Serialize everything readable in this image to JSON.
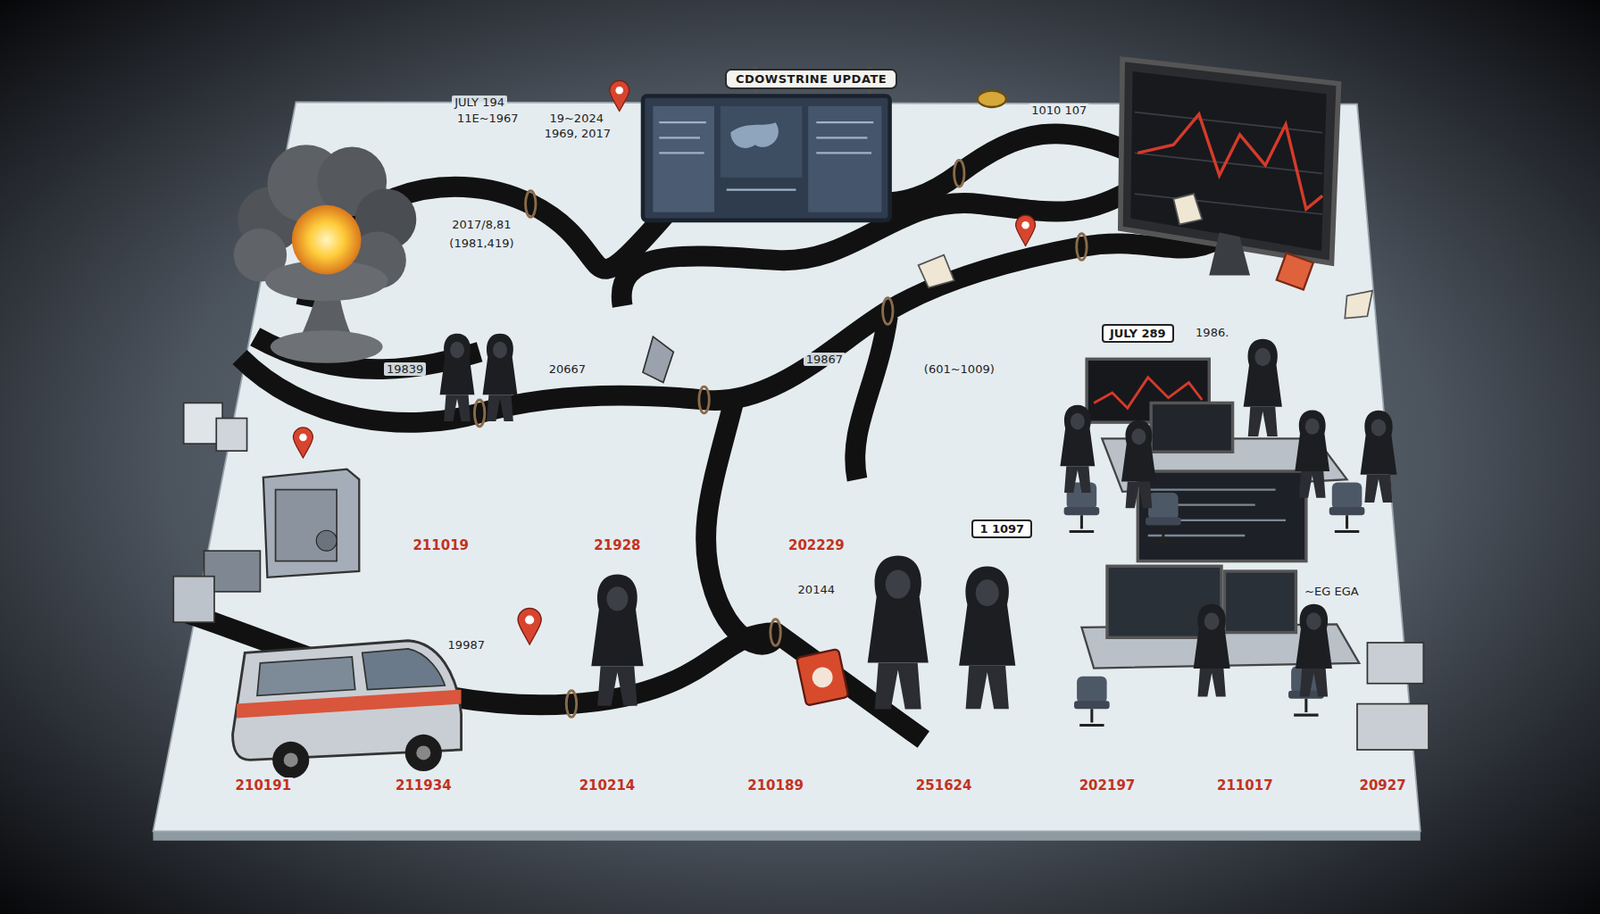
{
  "diagram": {
    "nodes": [
      {
        "text": [
          "CDOWSTRINE UPDATE"
        ]
      },
      {
        "text": [
          "JULY 289"
        ]
      },
      {
        "text": [
          "1 1097"
        ]
      }
    ],
    "labels": [
      "JULY 194",
      "11E~1967",
      "19~2024",
      "1969, 2017",
      "1010 107",
      "2017/8,81",
      "(1981,419)",
      "19839",
      "20667",
      "19867",
      "(601~1009)",
      "1986.",
      "211019",
      "21928",
      "202229",
      "20144",
      "19987",
      "~EG EGA",
      "210191",
      "211934",
      "210214",
      "210189",
      "251624",
      "202197",
      "211017",
      "20927"
    ]
  }
}
